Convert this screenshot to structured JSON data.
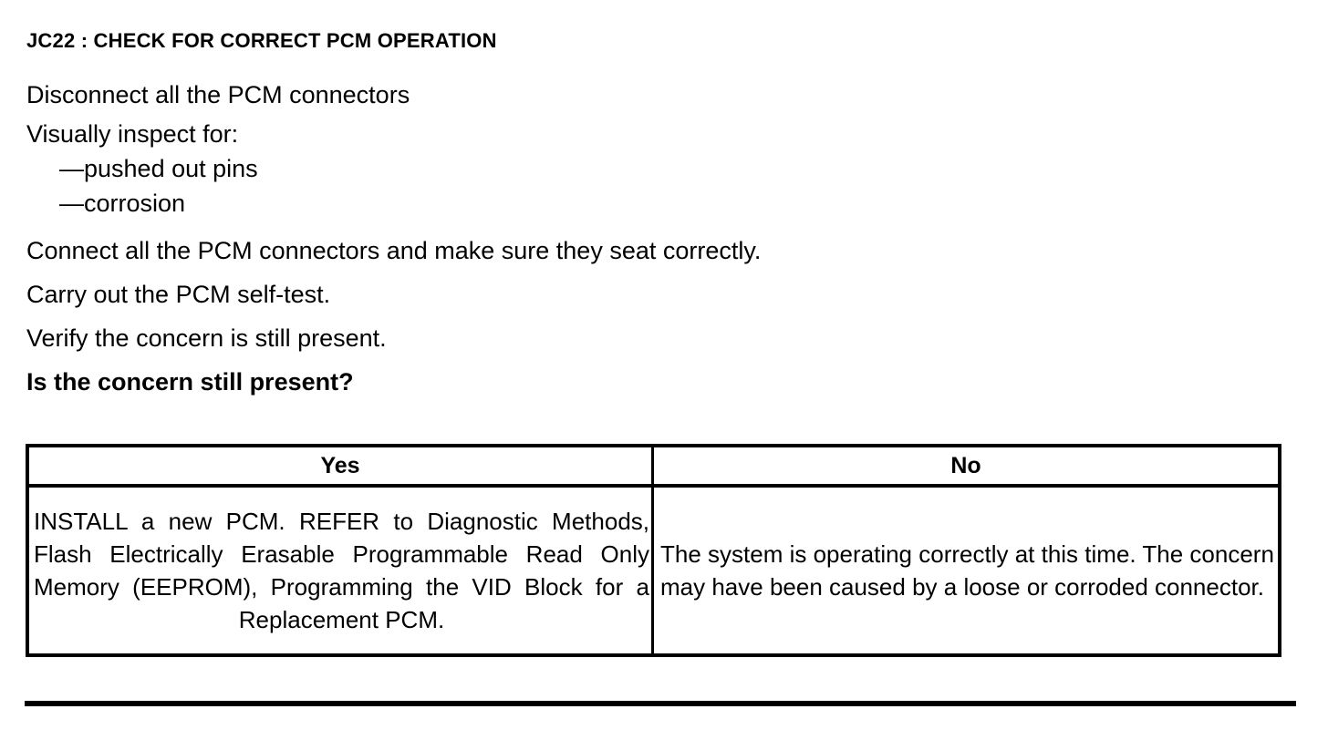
{
  "document": {
    "step_title": "JC22 : CHECK FOR CORRECT PCM OPERATION",
    "instructions": [
      "Disconnect all the PCM connectors",
      "Visually inspect for:",
      "—pushed out pins",
      "—corrosion",
      "Connect all the PCM connectors and make sure they seat correctly.",
      "Carry out the PCM self-test.",
      "Verify the concern is still present."
    ],
    "question": "Is the concern still present?",
    "decision_table": {
      "headers": {
        "yes": "Yes",
        "no": "No"
      },
      "answers": {
        "yes": "INSTALL a new PCM. REFER to Diagnostic Methods, Flash Electrically Erasable Programmable Read Only Memory (EEPROM), Programming the VID Block for a Replacement PCM.",
        "no": "The system is operating correctly at this time. The concern may have been caused by a loose or corroded connector."
      }
    },
    "colors": {
      "text": "#000000",
      "background": "#ffffff",
      "rule": "#000000"
    }
  }
}
